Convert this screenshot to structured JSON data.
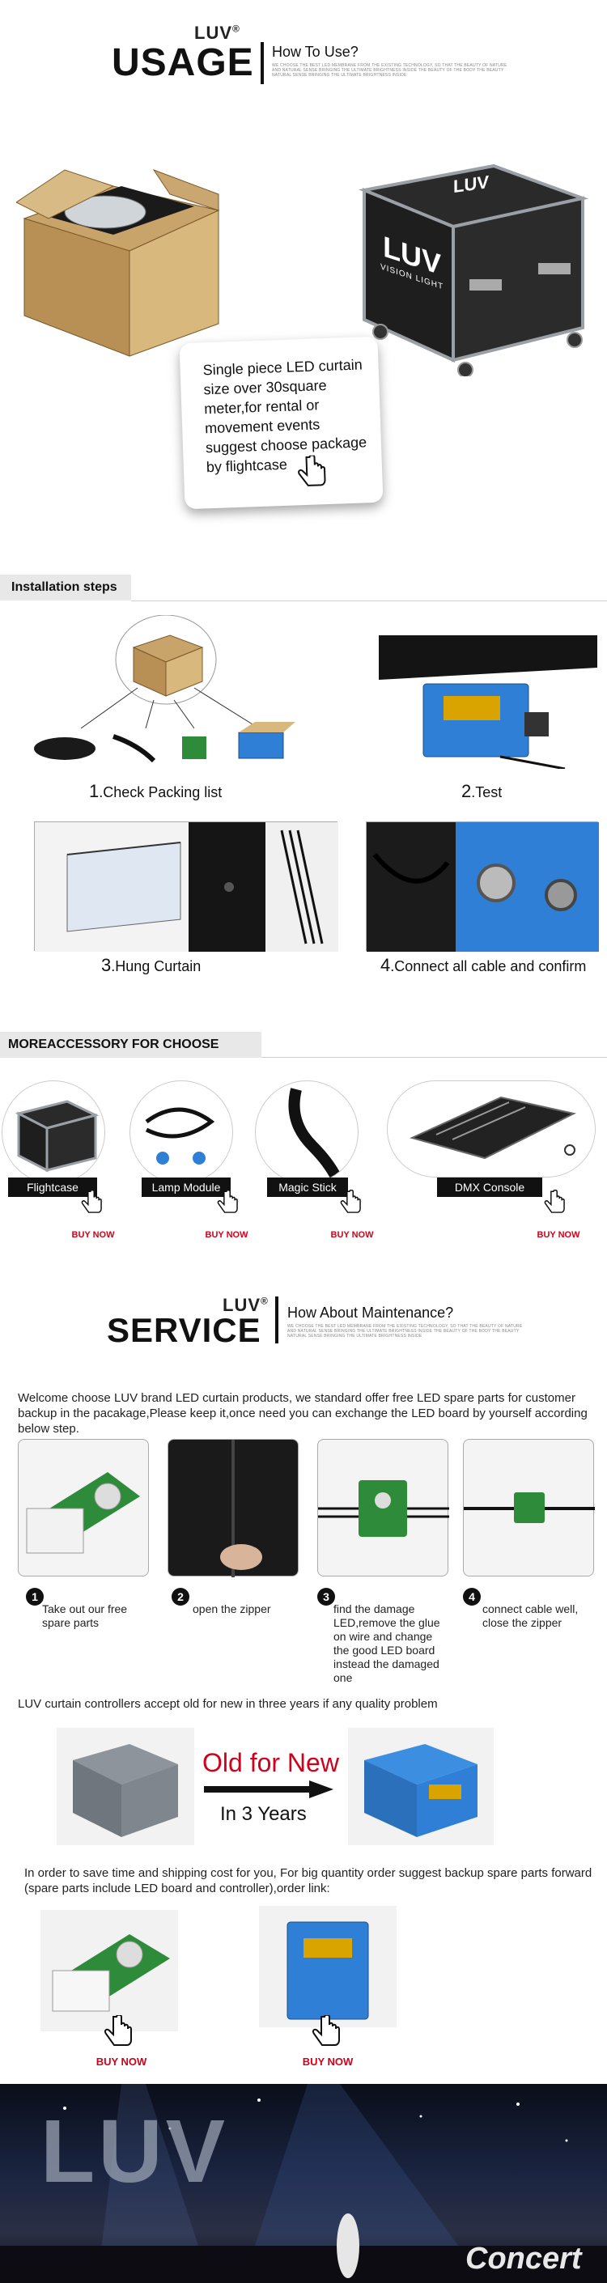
{
  "usage": {
    "brand": "LUV",
    "registered": "®",
    "title": "USAGE",
    "subtitle": "How To Use?",
    "fine_text": "WE CHOOSE THE BEST LED MEMBRANE FROM THE EXISTING TECHNOLOGY, SO THAT THE BEAUTY OF NATURE AND NATURAL SENSE BRINGING THE ULTIMATE BRIGHTNESS INSIDE THE BEAUTY OF THE BODY THE BEAUTY NATURAL SENSE BRINGING THE ULTIMATE BRIGHTNESS INSIDE",
    "case_logo_1": "LUV",
    "case_logo_2": "VISION LIGHT",
    "hex_text": "Single piece LED curtain size over 30square meter,for rental or movement events suggest choose package by flightcase"
  },
  "installation": {
    "section_title": "Installation steps",
    "steps": [
      {
        "num": "1",
        "label": ".Check Packing list"
      },
      {
        "num": "2",
        "label": ".Test"
      },
      {
        "num": "3",
        "label": ".Hung Curtain"
      },
      {
        "num": "4",
        "label": ".Connect all cable and confirm"
      }
    ]
  },
  "accessory": {
    "section_title": "MOREACCESSORY FOR CHOOSE",
    "items": [
      {
        "label": "Flightcase",
        "buy": "BUY NOW"
      },
      {
        "label": "Lamp Module",
        "buy": "BUY NOW"
      },
      {
        "label": "Magic Stick",
        "buy": "BUY NOW"
      },
      {
        "label": "DMX Console",
        "buy": "BUY NOW"
      }
    ]
  },
  "service": {
    "brand": "LUV",
    "registered": "®",
    "title": "SERVICE",
    "subtitle": "How About Maintenance?",
    "fine_text": "WE CHOOSE THE BEST LED MEMBRANE FROM THE EXISTING TECHNOLOGY, SO THAT THE BEAUTY OF NATURE AND NATURAL SENSE BRINGING THE ULTIMATE BRIGHTNESS INSIDE THE BEAUTY OF THE BODY THE BEAUTY NATURAL SENSE BRINGING THE ULTIMATE BRIGHTNESS INSIDE",
    "intro": "Welcome choose LUV brand LED curtain products, we standard offer free LED spare parts for customer backup in the pacakage,Please keep it,once need you can exchange the LED board by yourself according below step.",
    "steps": [
      {
        "num": "1",
        "text": "Take out our free spare parts"
      },
      {
        "num": "2",
        "text": "open the zipper"
      },
      {
        "num": "3",
        "text": "find the damage LED,remove the glue on wire and change the good LED board instead the damaged one"
      },
      {
        "num": "4",
        "text": "connect cable well, close the zipper"
      }
    ],
    "controller_note": "LUV curtain controllers accept old for new in three years if any quality problem",
    "old_for_new": "Old for New",
    "years": "In 3 Years",
    "backup_note": "In order to save time and shipping cost for you, For big quantity order suggest backup spare parts forward (spare parts include LED board and controller),order link:",
    "buy_now_1": "BUY NOW",
    "buy_now_2": "BUY NOW"
  },
  "concert": {
    "brand": "LUV",
    "word": "Concert"
  },
  "colors": {
    "accent_red": "#d0021b",
    "dark": "#111111",
    "controller_blue": "#2f7fd6"
  }
}
